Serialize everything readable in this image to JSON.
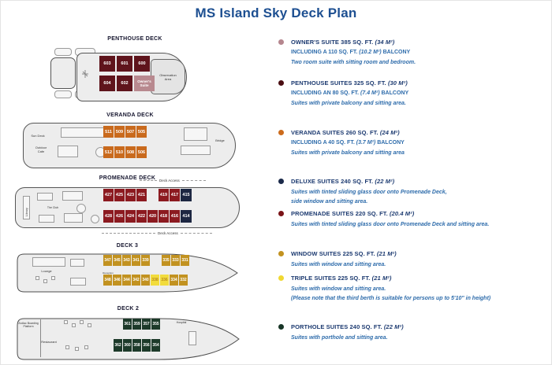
{
  "title": "MS Island Sky Deck Plan",
  "colors": {
    "owners": "#b8898f",
    "penthouse": "#5f141c",
    "veranda": "#c96a1d",
    "promsuite": "#8c1a20",
    "deluxe": "#1d2742",
    "window": "#c29220",
    "triple": "#f2dc3d",
    "triple_text": "#bb8d1c",
    "porthole": "#1d3a2a",
    "heading_blue": "#1c3a70",
    "body_blue": "#2e6cab",
    "title_blue": "#1d4f91"
  },
  "decks": {
    "penthouse": {
      "label": "PENTHOUSE DECK",
      "areas": {
        "observation": "Observation Area"
      },
      "row_top": [
        {
          "label": "603",
          "type": "penthouse"
        },
        {
          "label": "601",
          "type": "penthouse"
        },
        {
          "label": "600",
          "type": "penthouse"
        }
      ],
      "row_bottom": [
        {
          "label": "604",
          "type": "penthouse"
        },
        {
          "label": "602",
          "type": "penthouse"
        },
        {
          "label": "Owner's Suite",
          "type": "owners"
        }
      ]
    },
    "veranda": {
      "label": "VERANDA DECK",
      "areas": {
        "sun_deck": "Sun Deck",
        "outdoor_cafe": "Outdoor Cafe",
        "bridge": "Bridge"
      },
      "row_top": [
        {
          "label": "511",
          "type": "veranda"
        },
        {
          "label": "509",
          "type": "veranda"
        },
        {
          "label": "507",
          "type": "veranda"
        },
        {
          "label": "505",
          "type": "veranda"
        }
      ],
      "row_bottom": [
        {
          "label": "512",
          "type": "veranda"
        },
        {
          "label": "510",
          "type": "veranda"
        },
        {
          "label": "508",
          "type": "veranda"
        },
        {
          "label": "506",
          "type": "veranda"
        }
      ]
    },
    "promenade": {
      "label": "PROMENADE DECK",
      "areas": {
        "deck_access_top": "Deck Access",
        "deck_access_bottom": "Deck Access",
        "library": "Library",
        "club": "The Club"
      },
      "row_top": [
        {
          "label": "427",
          "type": "promsuite"
        },
        {
          "label": "425",
          "type": "promsuite"
        },
        {
          "label": "423",
          "type": "promsuite"
        },
        {
          "label": "421",
          "type": "promsuite"
        },
        {
          "label": "",
          "type": "gap"
        },
        {
          "label": "419",
          "type": "promsuite"
        },
        {
          "label": "417",
          "type": "promsuite"
        },
        {
          "label": "415",
          "type": "deluxe"
        }
      ],
      "row_bottom": [
        {
          "label": "428",
          "type": "promsuite"
        },
        {
          "label": "426",
          "type": "promsuite"
        },
        {
          "label": "424",
          "type": "promsuite"
        },
        {
          "label": "422",
          "type": "promsuite"
        },
        {
          "label": "420",
          "type": "promsuite"
        },
        {
          "label": "418",
          "type": "promsuite"
        },
        {
          "label": "416",
          "type": "promsuite"
        },
        {
          "label": "414",
          "type": "deluxe"
        }
      ]
    },
    "deck3": {
      "label": "DECK 3",
      "areas": {
        "lounge": "Lounge",
        "reception": "Reception"
      },
      "row_top": [
        {
          "label": "347",
          "type": "window"
        },
        {
          "label": "345",
          "type": "window"
        },
        {
          "label": "343",
          "type": "window"
        },
        {
          "label": "341",
          "type": "window"
        },
        {
          "label": "339",
          "type": "window"
        },
        {
          "label": "",
          "type": "gap"
        },
        {
          "label": "335",
          "type": "window"
        },
        {
          "label": "333",
          "type": "window"
        },
        {
          "label": "331",
          "type": "window"
        }
      ],
      "row_bottom": [
        {
          "label": "348",
          "type": "window"
        },
        {
          "label": "346",
          "type": "window"
        },
        {
          "label": "344",
          "type": "window"
        },
        {
          "label": "342",
          "type": "window"
        },
        {
          "label": "340",
          "type": "window"
        },
        {
          "label": "338",
          "type": "triple"
        },
        {
          "label": "336",
          "type": "triple"
        },
        {
          "label": "334",
          "type": "window"
        },
        {
          "label": "332",
          "type": "window"
        }
      ]
    },
    "deck2": {
      "label": "DECK 2",
      "areas": {
        "hospital": "Hospital",
        "restaurant": "Restaurant",
        "zodiac": "Zodiac Boarding Platform"
      },
      "row_top": [
        {
          "label": "361",
          "type": "porthole"
        },
        {
          "label": "359",
          "type": "porthole"
        },
        {
          "label": "357",
          "type": "porthole"
        },
        {
          "label": "355",
          "type": "porthole"
        }
      ],
      "row_bottom": [
        {
          "label": "362",
          "type": "porthole"
        },
        {
          "label": "360",
          "type": "porthole"
        },
        {
          "label": "358",
          "type": "porthole"
        },
        {
          "label": "356",
          "type": "porthole"
        },
        {
          "label": "354",
          "type": "porthole"
        }
      ]
    }
  },
  "legend": [
    {
      "bullet": "#b5868e",
      "title": "OWNER'S SUITE 385 SQ. FT.",
      "metric": "(34 M²)",
      "inc1": "INCLUDING A 110 SQ. FT.",
      "inc_metric": "(10.2 M²)",
      "inc2": "BALCONY",
      "desc": "Two room suite with sitting room and bedroom."
    },
    {
      "bullet": "#4a0d12",
      "title": "PENTHOUSE SUITES 325 SQ. FT.",
      "metric": "(30 M²)",
      "inc1": "INCLUDING AN 80 SQ. FT.",
      "inc_metric": "(7.4 M²)",
      "inc2": "BALCONY",
      "desc": "Suites with private balcony and sitting area."
    },
    {
      "bullet": "#cc6b1c",
      "title": "VERANDA SUITES 260 SQ. FT.",
      "metric": "(24 M²)",
      "inc1": "INCLUDING A 40 SQ. FT.",
      "inc_metric": "(3.7 M²)",
      "inc2": "BALCONY",
      "desc": "Suites with private balcony and sitting area"
    },
    {
      "bullet": "#1b2a4a",
      "title": "DELUXE SUITES 240 SQ. FT.",
      "metric": "(22 M²)",
      "desc": "Suites with tinted sliding glass door onto Promenade Deck,",
      "desc2": "side window and sitting area."
    },
    {
      "bullet": "#7a1418",
      "title": "PROMENADE SUITES 220 SQ. FT.",
      "metric": "(20.4 M²)",
      "desc": "Suites with tinted sliding glass door onto Promenade Deck and sitting area."
    },
    {
      "bullet": "#c29220",
      "title": "WINDOW SUITES 225 SQ. FT.",
      "metric": "(21 M²)",
      "desc": "Suites with window and sitting area."
    },
    {
      "bullet": "#f0d832",
      "title": "TRIPLE SUITES 225 SQ. FT.",
      "metric": "(21 M²)",
      "desc": "Suites with window and sitting area.",
      "desc2": "(Please note that the third berth is suitable for persons up to 5'10\" in height)"
    },
    {
      "bullet": "#173526",
      "title": "PORTHOLE SUITES 240 SQ. FT.",
      "metric": "(22 M²)",
      "desc": "Suites with porthole and sitting area."
    }
  ]
}
